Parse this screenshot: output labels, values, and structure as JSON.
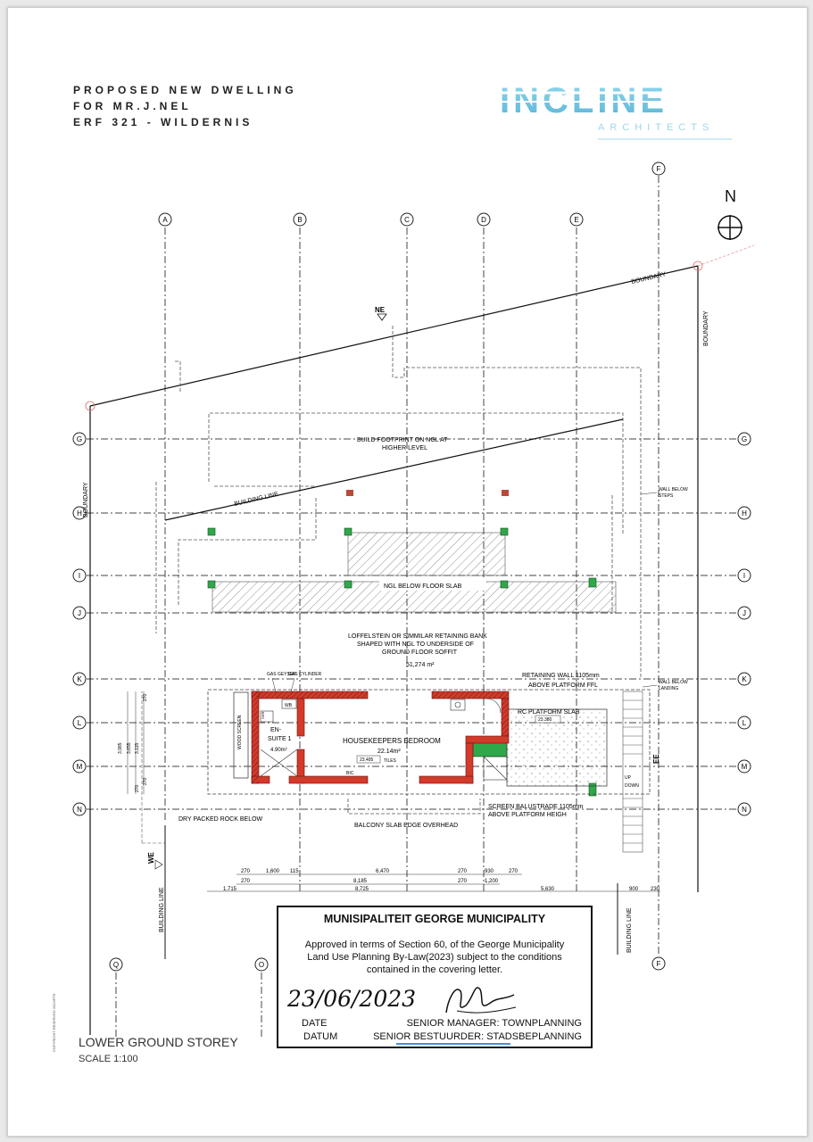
{
  "title_block": {
    "line1": "PROPOSED NEW DWELLING",
    "line2": "FOR MR.J.NEL",
    "line3": "ERF 321 - WILDERNIS"
  },
  "logo": {
    "word": "INCLINE",
    "sub": "ARCHITECTS",
    "color": "#79cde6"
  },
  "north": {
    "label": "N"
  },
  "grid": {
    "columns_top": [
      "A",
      "B",
      "C",
      "D",
      "E"
    ],
    "column_far": "F",
    "rows": [
      "G",
      "H",
      "I",
      "J",
      "K",
      "L",
      "M",
      "N"
    ],
    "columns_bottom": [
      "Q",
      "O"
    ]
  },
  "plan_labels": {
    "boundary_top": "BOUNDARY",
    "boundary_right": "BOUNDARY",
    "boundary_left": "BOUNDARY",
    "ne": "NE",
    "build_footprint_1": "BUILD FOOTPRINT ON NGL AT",
    "build_footprint_2": "HIGHER LEVEL",
    "building_line_slope": "BUILDING LINE",
    "wall_below_steps_1": "WALL BELOW",
    "wall_below_steps_2": "STEPS",
    "ngl_below": "NGL BELOW FLOOR SLAB",
    "loffelstein_1": "LOFFELSTEIN OR SIMMILAR RETAINING BANK",
    "loffelstein_2": "SHAPED WITH NGL TO UNDERSIDE OF",
    "loffelstein_3": "GROUND FLOOR SOFFIT",
    "area": "51,274 m²",
    "gas_geyser": "GAS GEYSER",
    "gas_cylinder": "GAS CYLINDER",
    "retaining_1": "RETAINING WALL 1105mm",
    "retaining_2": "ABOVE PLATFORM FFL",
    "wall_below_landing_1": "WALL BELOW",
    "wall_below_landing_2": "LANDING",
    "rc_slab": "RC PLATFORM SLAB",
    "rc_level": "23.380",
    "woodscreen": "WOOD SCREEN",
    "en_suite_1": "EN-",
    "en_suite_2": "SUITE 1",
    "en_suite_area": "4.90m²",
    "wb": "WB",
    "shr": "SHR",
    "bedroom": "HOUSEKEEPERS BEDROOM",
    "bedroom_area": "22.14m²",
    "level": "23.495",
    "tiles": "TILES",
    "bic": "BIC",
    "up": "UP",
    "down": "DOWN",
    "ee": "EE",
    "dry_rock": "DRY PACKED ROCK BELOW",
    "screen_1": "SCREEN BALUSTRADE 1105mm",
    "screen_2": "ABOVE PLATFORM HEIGH",
    "balcony": "BALCONY SLAB EDGE OVERHEAD",
    "we": "WE",
    "building_line_left": "BUILDING LINE",
    "building_line_right": "BUILDING LINE"
  },
  "dimensions": {
    "row1": [
      "270",
      "1,600",
      "115",
      "6,470",
      "270",
      "930",
      "270"
    ],
    "row2": [
      "270",
      "8,185",
      "270",
      "1,200"
    ],
    "row3": [
      "1,715",
      "8,725",
      "5,630",
      "900",
      "230"
    ],
    "vertical": [
      "3,985",
      "3,655",
      "3,115",
      "270",
      "270",
      "270"
    ]
  },
  "stamp": {
    "title": "MUNISIPALITEIT GEORGE MUNICIPALITY",
    "line1": "Approved in terms of Section 60, of the George Municipality",
    "line2": "Land Use Planning By-Law(2023) subject to the conditions",
    "line3": "contained in the covering letter.",
    "date_handwritten": "23/06/2023",
    "date_label": "DATE",
    "datum_label": "DATUM",
    "manager_en": "SENIOR MANAGER: TOWNPLANNING",
    "manager_af": "SENIOR BESTUURDER: STADSBEPLANNING"
  },
  "footer": {
    "storey": "LOWER GROUND STOREY",
    "scale": "SCALE 1:100",
    "copyright": "COPYRIGHT RESERVED 2022/PTE"
  }
}
